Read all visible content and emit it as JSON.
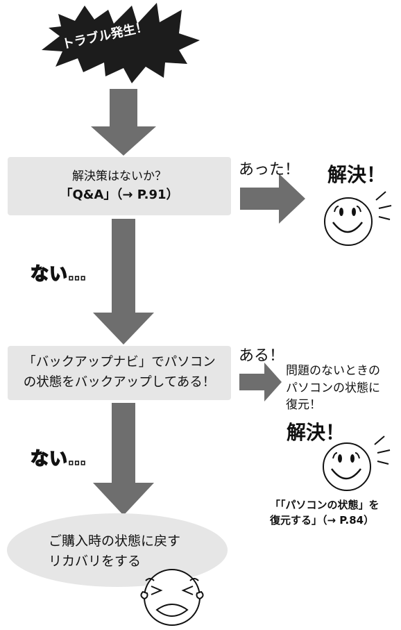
{
  "start": {
    "label": "トラブル発生！"
  },
  "step1": {
    "question": "解決策はないか？",
    "reference": "「Q&A」（→ P.91）",
    "yes_label": "あった！",
    "result": "解決！"
  },
  "no_label_1": "ない…",
  "step2": {
    "line1": "「バックアップナビ」でパソコン",
    "line2": "の状態をバックアップしてある！",
    "yes_label": "ある！",
    "action_line1": "問題のないときの",
    "action_line2": "パソコンの状態に",
    "action_line3": "復元！",
    "result": "解決！",
    "ref_line1": "「「パソコンの状態」を",
    "ref_line2": "復元する」（→ P.84）"
  },
  "no_label_2": "ない…",
  "final": {
    "line1": "ご購入時の状態に戻す",
    "line2": "リカバリをする"
  },
  "colors": {
    "arrow": "#6e6e6e",
    "box": "#e6e6e6",
    "burst": "#1c1c1c"
  }
}
